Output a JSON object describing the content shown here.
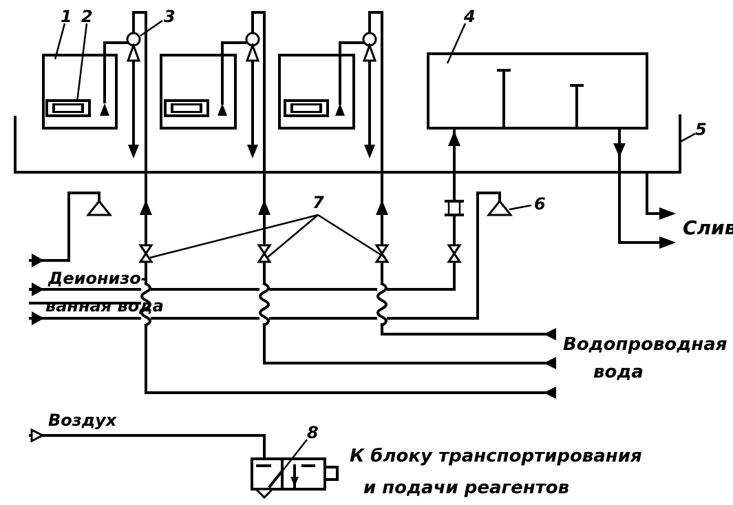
{
  "labels": {
    "n1": "1",
    "n2": "2",
    "n3": "3",
    "n4": "4",
    "n5": "5",
    "n6": "6",
    "n7": "7",
    "n8": "8",
    "drain": "Слив",
    "deion_line1": "Деионизо-",
    "deion_line2": "ванная вода",
    "tap_line1": "Водопроводная",
    "tap_line2": "вода",
    "air": "Воздух",
    "reagent_line1": "К блоку  транспортирования",
    "reagent_line2": "и  подачи  реагентов"
  }
}
